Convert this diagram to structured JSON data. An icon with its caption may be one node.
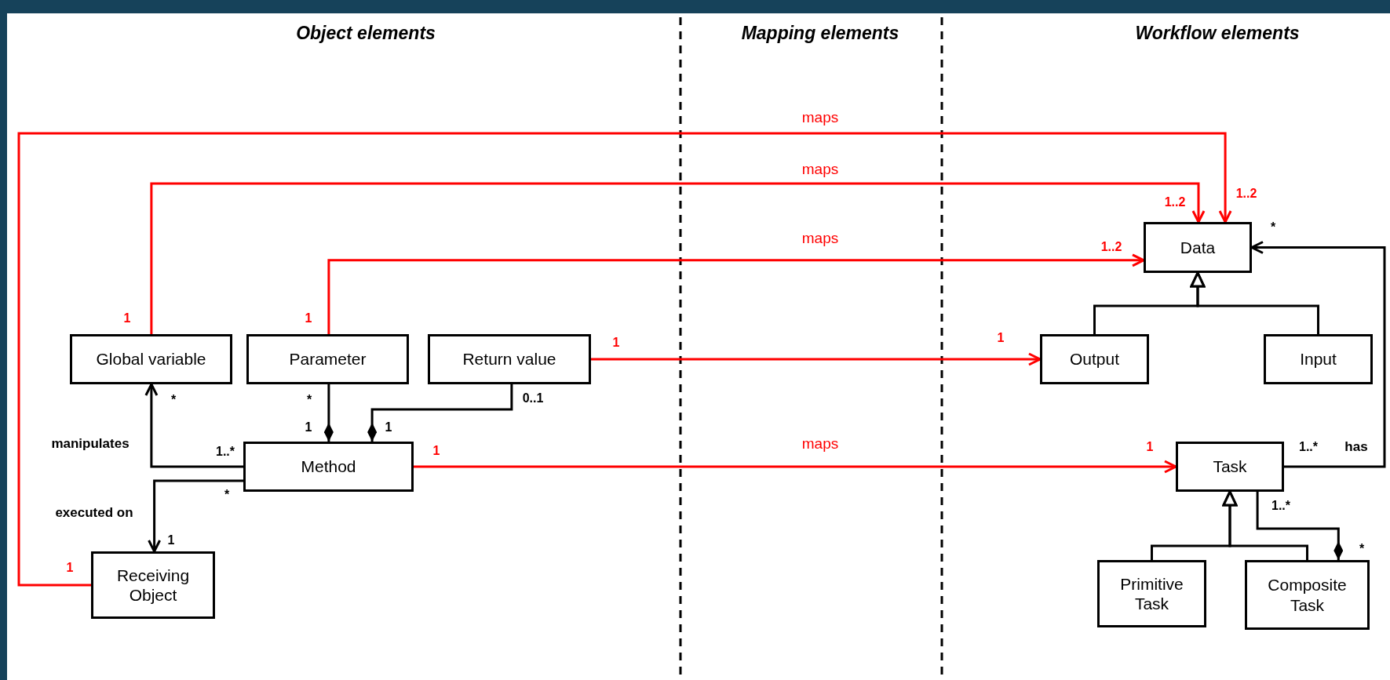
{
  "diagram": {
    "nodes": [
      {
        "text": [
          "Global variable"
        ]
      },
      {
        "text": [
          "Parameter"
        ]
      },
      {
        "text": [
          "Return value"
        ]
      },
      {
        "text": [
          "Method"
        ]
      },
      {
        "text": [
          "Receiving Object"
        ]
      },
      {
        "text": [
          "Data"
        ]
      },
      {
        "text": [
          "Output"
        ]
      },
      {
        "text": [
          "Input"
        ]
      },
      {
        "text": [
          "Task"
        ]
      },
      {
        "text": [
          "Primitive Task"
        ]
      },
      {
        "text": [
          "Composite Task"
        ]
      }
    ],
    "edges": [
      {
        "from": 4,
        "to": 5,
        "arrow": "to",
        "label": "maps",
        "color": "#ff0000"
      },
      {
        "from": 0,
        "to": 5,
        "arrow": "to",
        "label": "maps",
        "color": "#ff0000"
      },
      {
        "from": 1,
        "to": 5,
        "arrow": "to",
        "label": "maps",
        "color": "#ff0000"
      },
      {
        "from": 2,
        "to": 6,
        "arrow": "to",
        "color": "#ff0000"
      },
      {
        "from": 3,
        "to": 8,
        "arrow": "to",
        "label": "maps",
        "color": "#ff0000"
      },
      {
        "from": 3,
        "to": 0,
        "arrow": "to",
        "label": "manipulates"
      },
      {
        "from": 3,
        "to": 4,
        "arrow": "to",
        "label": "executed on"
      },
      {
        "from": 1,
        "to": 3,
        "arrow": "other"
      },
      {
        "from": 2,
        "to": 3,
        "arrow": "other"
      },
      {
        "from": 8,
        "to": 5,
        "arrow": "to",
        "label": "has"
      },
      {
        "from": 6,
        "to": 5,
        "arrow": "to"
      },
      {
        "from": 7,
        "to": 5,
        "arrow": "to"
      },
      {
        "from": 9,
        "to": 8,
        "arrow": "to"
      },
      {
        "from": 10,
        "to": 8,
        "arrow": "to"
      },
      {
        "from": 8,
        "to": 10,
        "arrow": "other"
      }
    ],
    "labels": [
      "Object elements",
      "Mapping elements",
      "Workflow elements",
      "1..2",
      "1..2",
      "*",
      "1..2",
      "1",
      "1",
      "1",
      "1",
      "*",
      "*",
      "0..1",
      "1",
      "1",
      "1",
      "1..*",
      "1..*",
      "1",
      "*",
      "1..*",
      "1",
      "*",
      "1"
    ]
  }
}
